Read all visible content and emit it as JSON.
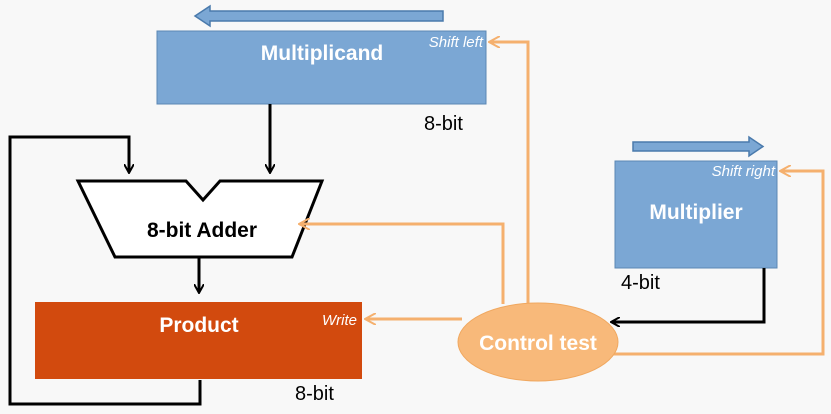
{
  "diagram": {
    "multiplicand": {
      "label": "Multiplicand",
      "action": "Shift left",
      "width": "8-bit"
    },
    "multiplier": {
      "label": "Multiplier",
      "action": "Shift right",
      "width": "4-bit"
    },
    "adder": {
      "label": "8-bit Adder"
    },
    "product": {
      "label": "Product",
      "action": "Write",
      "width": "8-bit"
    },
    "control": {
      "label": "Control test"
    },
    "colors": {
      "register_blue": "#7ba7d4",
      "register_border": "#5b87b4",
      "product_red": "#d24a0e",
      "control_orange": "#f8b97a",
      "control_line": "#f5b06e",
      "arrow_black": "#000000"
    }
  }
}
